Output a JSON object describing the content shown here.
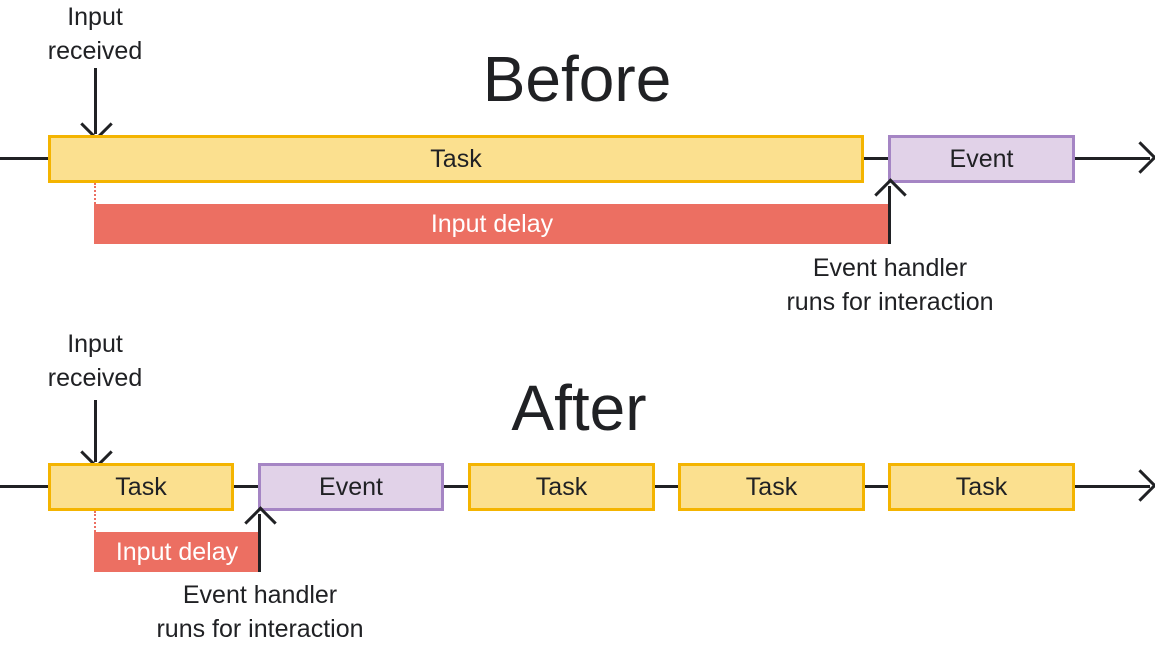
{
  "before": {
    "heading": "Before",
    "input_label": [
      "Input",
      "received"
    ],
    "task_label": "Task",
    "event_label": "Event",
    "delay_label": "Input delay",
    "handler_label": [
      "Event handler",
      "runs for interaction"
    ]
  },
  "after": {
    "heading": "After",
    "input_label": [
      "Input",
      "received"
    ],
    "task_label": "Task",
    "event_label": "Event",
    "tasks": [
      "Task",
      "Task",
      "Task"
    ],
    "delay_label": "Input delay",
    "handler_label": [
      "Event handler",
      "runs for interaction"
    ]
  },
  "colors": {
    "task_fill": "#fbe08f",
    "task_border": "#f4b400",
    "event_fill": "#e1d2e8",
    "event_border": "#a585c4",
    "delay_fill": "#ec6f62"
  }
}
